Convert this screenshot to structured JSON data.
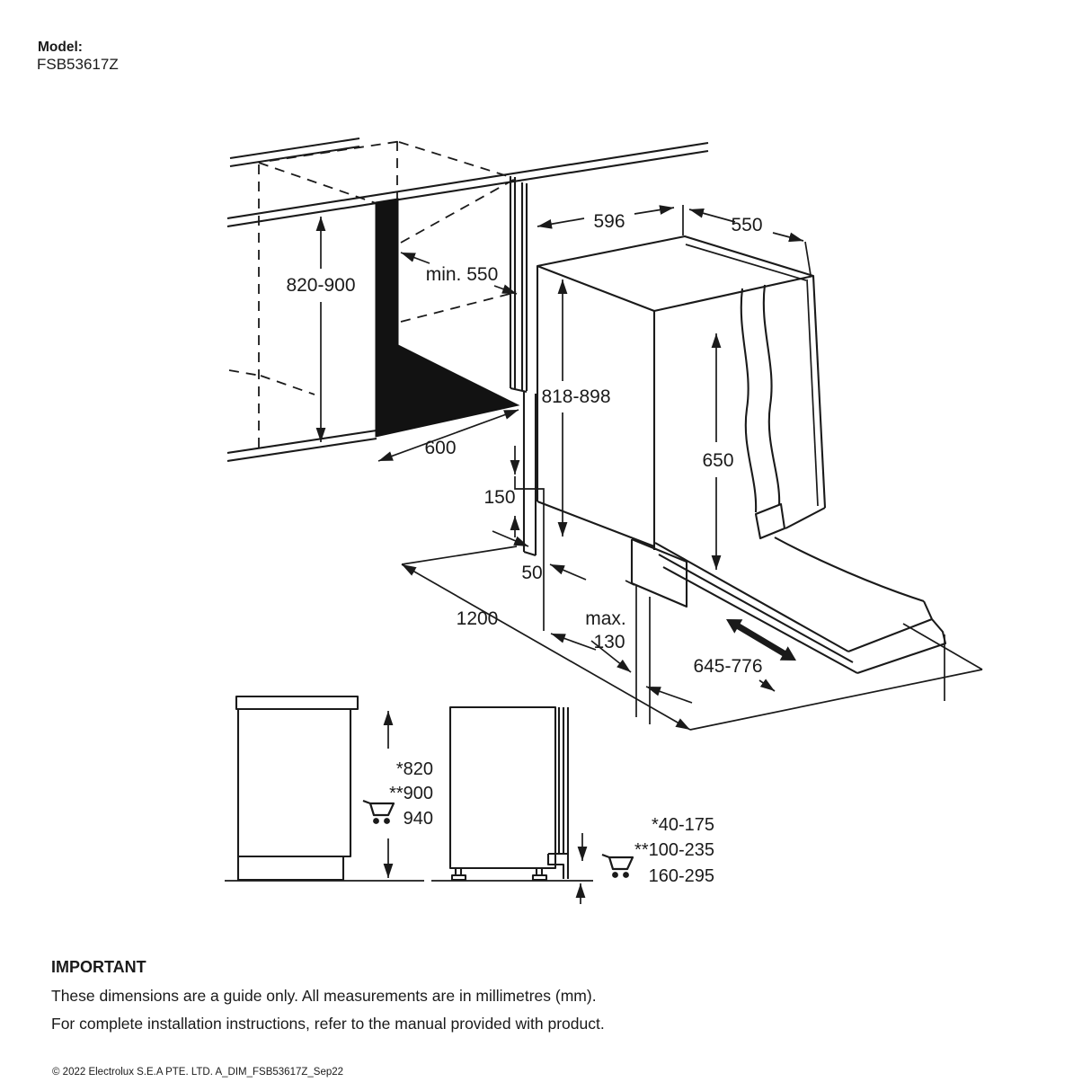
{
  "header": {
    "model_label": "Model:",
    "model_value": "FSB53617Z"
  },
  "diagram": {
    "labels": {
      "niche_height": "820-900",
      "niche_depth_min": "min. 550",
      "niche_width": "600",
      "product_width": "596",
      "product_depth": "550",
      "product_height": "818-898",
      "door_panel_height": "650",
      "side_gap": "150",
      "rear_gap": "50",
      "front_clearance": "1200",
      "plinth_recess_max_word": "max.",
      "plinth_recess_max_value": "130",
      "door_open_depth": "645-776"
    }
  },
  "side_views": {
    "left_heights": [
      "*820",
      "**900",
      "940"
    ],
    "right_plinth": [
      "*40-175",
      "**100-235",
      "160-295"
    ]
  },
  "footer": {
    "heading": "IMPORTANT",
    "note1": "These dimensions are a guide only. All measurements are in millimetres (mm).",
    "note2": "For complete installation instructions, refer to the manual provided with product.",
    "copyright": "© 2022 Electrolux S.E.A PTE. LTD. A_DIM_FSB53617Z_Sep22"
  }
}
